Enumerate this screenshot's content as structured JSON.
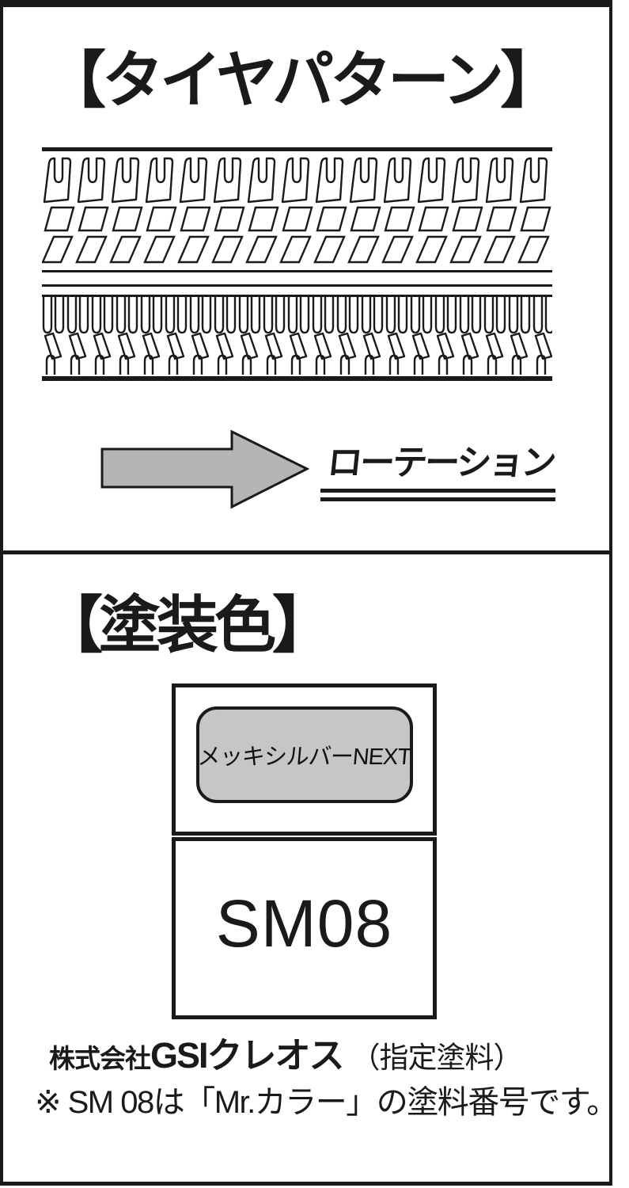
{
  "tire_section": {
    "title": "【タイヤパターン】",
    "rotation_label": "ローテーション"
  },
  "paint_section": {
    "title": "【塗装色】",
    "bottle_label": "メッキシルバーNEXT",
    "paint_code": "SM08",
    "maker_prefix": "株式会社",
    "maker_name": "GSIクレオス",
    "maker_note": "（指定塗料）",
    "footnote": "※ SM 08は「Mr.カラー」の塗料番号です。"
  },
  "colors": {
    "ink": "#1a1a1a",
    "arrow_fill": "#b5b5b5",
    "label_fill": "#c6c6c6"
  }
}
